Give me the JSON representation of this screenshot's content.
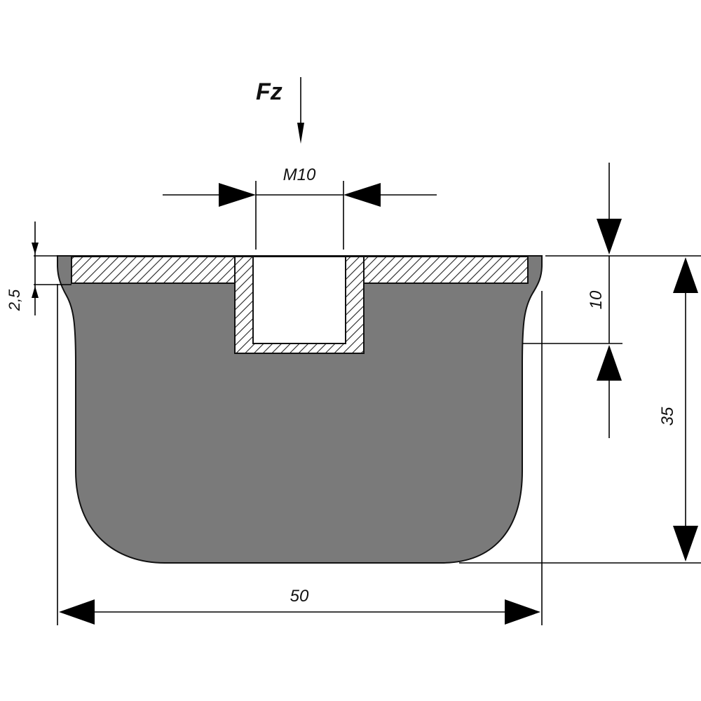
{
  "force_label": "Fz",
  "thread_label": "M10",
  "dimensions": {
    "plate_thickness": "2,5",
    "insert_depth": "10",
    "total_height": "35",
    "width": "50"
  },
  "colors": {
    "rubber": "#7a7a7a",
    "outline": "#111111",
    "hatch": "#222222",
    "background": "#ffffff"
  }
}
